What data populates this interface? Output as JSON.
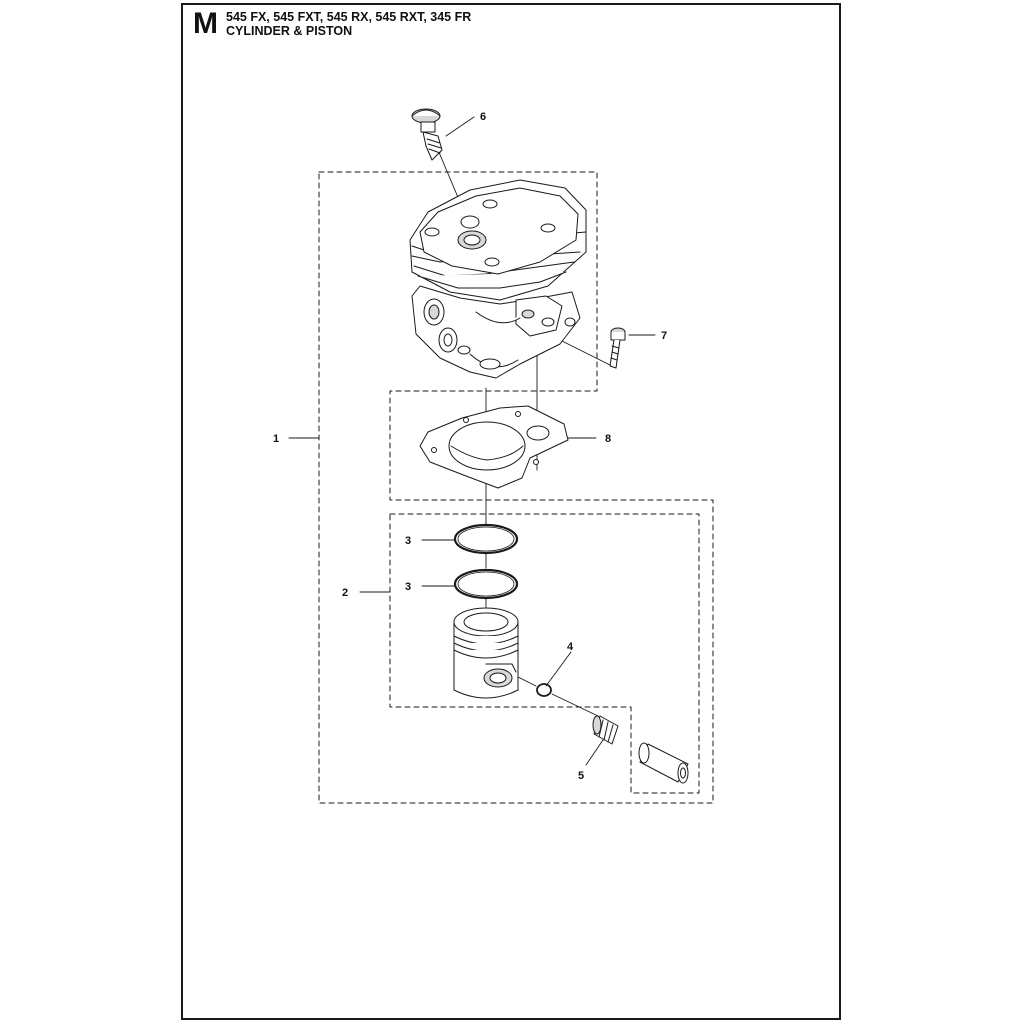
{
  "header": {
    "section_letter": "M",
    "models": "545 FX, 545 FXT, 545 RX, 545 RXT, 345 FR",
    "title": "CYLINDER & PISTON"
  },
  "callouts": {
    "c1": "1",
    "c2": "2",
    "c3a": "3",
    "c3b": "3",
    "c4": "4",
    "c5": "5",
    "c6": "6",
    "c7": "7",
    "c8": "8"
  },
  "colors": {
    "line": "#1a1a1a",
    "part_fill": "#ffffff",
    "shade": "#d8d8d8"
  }
}
